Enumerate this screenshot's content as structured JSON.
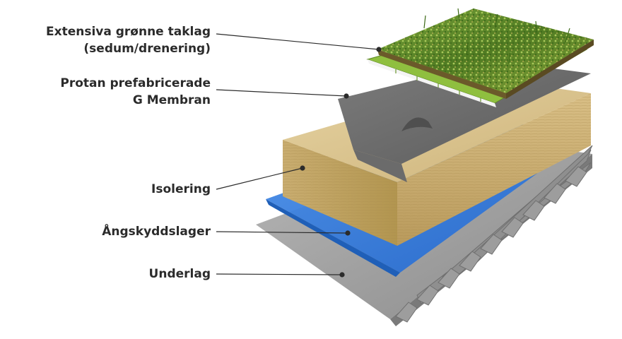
{
  "labels": {
    "green_roof_line1": "Extensiva grønne taklag",
    "green_roof_line2": "(sedum/drenering)",
    "membrane_line1": "Protan prefabricerade",
    "membrane_line2": "G Membran",
    "insulation": "Isolering",
    "vapor_barrier": "Ångskyddslager",
    "substrate": "Underlag"
  },
  "colors": {
    "text": "#2b2b2b",
    "grass": "#6e8f2e",
    "drainage": "#8fbf3f",
    "membrane": "#6d6d6d",
    "insulation": "#d8c08a",
    "vapor_barrier": "#2f7fe0",
    "steel": "#9a9a9a"
  }
}
